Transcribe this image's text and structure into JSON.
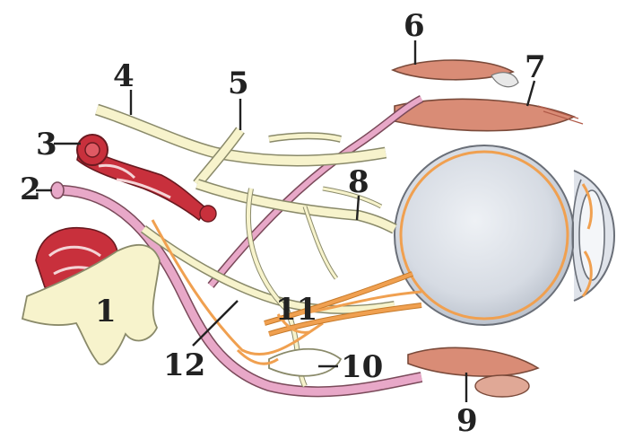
{
  "diagram": {
    "labels": {
      "l1": "1",
      "l2": "2",
      "l3": "3",
      "l4": "4",
      "l5": "5",
      "l6": "6",
      "l7": "7",
      "l8": "8",
      "l9": "9",
      "l10": "10",
      "l11": "11",
      "l12": "12"
    },
    "colors": {
      "nerve": "#f7f3cc",
      "nerve_outline": "#8a8a6a",
      "artery": "#e8a8c8",
      "parasympathetic": "#f0a050",
      "muscle": "#d98c76",
      "vessel_red": "#c8303c",
      "eyeball": "#dfe3ea"
    }
  }
}
